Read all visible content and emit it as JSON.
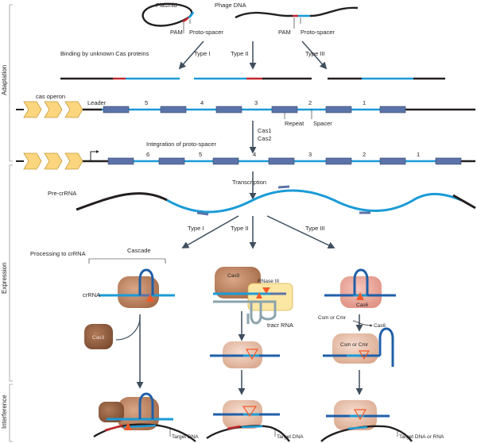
{
  "sections": {
    "adaptation": "Adaptation",
    "expression": "Expression",
    "interference": "Interference"
  },
  "top": {
    "plasmid": "Plasmid",
    "phage": "Phage DNA",
    "pam_left": "PAM",
    "protospacer_left": "Proto-spacer",
    "pam_right": "PAM",
    "protospacer_right": "Proto-spacer",
    "binding": "Binding by unknown Cas proteins",
    "type_i": "Type I",
    "type_ii": "Type II",
    "type_iii": "Type III"
  },
  "locus1": {
    "cas_operon": "cas operon",
    "leader": "Leader",
    "spacer_numbers": [
      "5",
      "4",
      "3",
      "2",
      "1"
    ],
    "repeat": "Repeat",
    "spacer": "Spacer"
  },
  "integration": {
    "label": "Integration of proto-spacer",
    "cas1": "Cas1",
    "cas2": "Cas2"
  },
  "locus2": {
    "spacer_numbers": [
      "6",
      "5",
      "4",
      "3",
      "2",
      "1"
    ]
  },
  "transcription": {
    "label": "Transcription",
    "pre_crrna": "Pre-crRNA",
    "type_i": "Type I",
    "type_ii": "Type II",
    "type_iii": "Type III"
  },
  "processing": {
    "label": "Processing to crRNA",
    "cascade": "Cascade",
    "crrna": "crRNA",
    "cas9": "Cas9",
    "rnase3": "RNase III",
    "tracr": "tracr RNA",
    "cas6": "Cas6",
    "cas3": "Cas3",
    "csm_cmr_label": "Csm or Cmr",
    "cas6_release": "Cas6",
    "csm_cmr_protein": "Csm or Cmr"
  },
  "targets": {
    "type_i": "Target DNA",
    "type_ii": "Target DNA",
    "type_iii": "Target DNA or RNA"
  },
  "colors": {
    "spacer_blue": "#1b9bd7",
    "repeat_box": "#5b73a8",
    "pam_red": "#c1272d",
    "operon": "#fbd67f",
    "cascade_brown": "#b07654",
    "cas3_brown": "#8c5a3e",
    "cas6_pink": "#e8a89a",
    "rnase_yellow": "#fce6a3",
    "cleave_orange": "#f15a29",
    "arrow_grey": "#3e4e5e",
    "tracr_grey": "#8aa3ad"
  }
}
